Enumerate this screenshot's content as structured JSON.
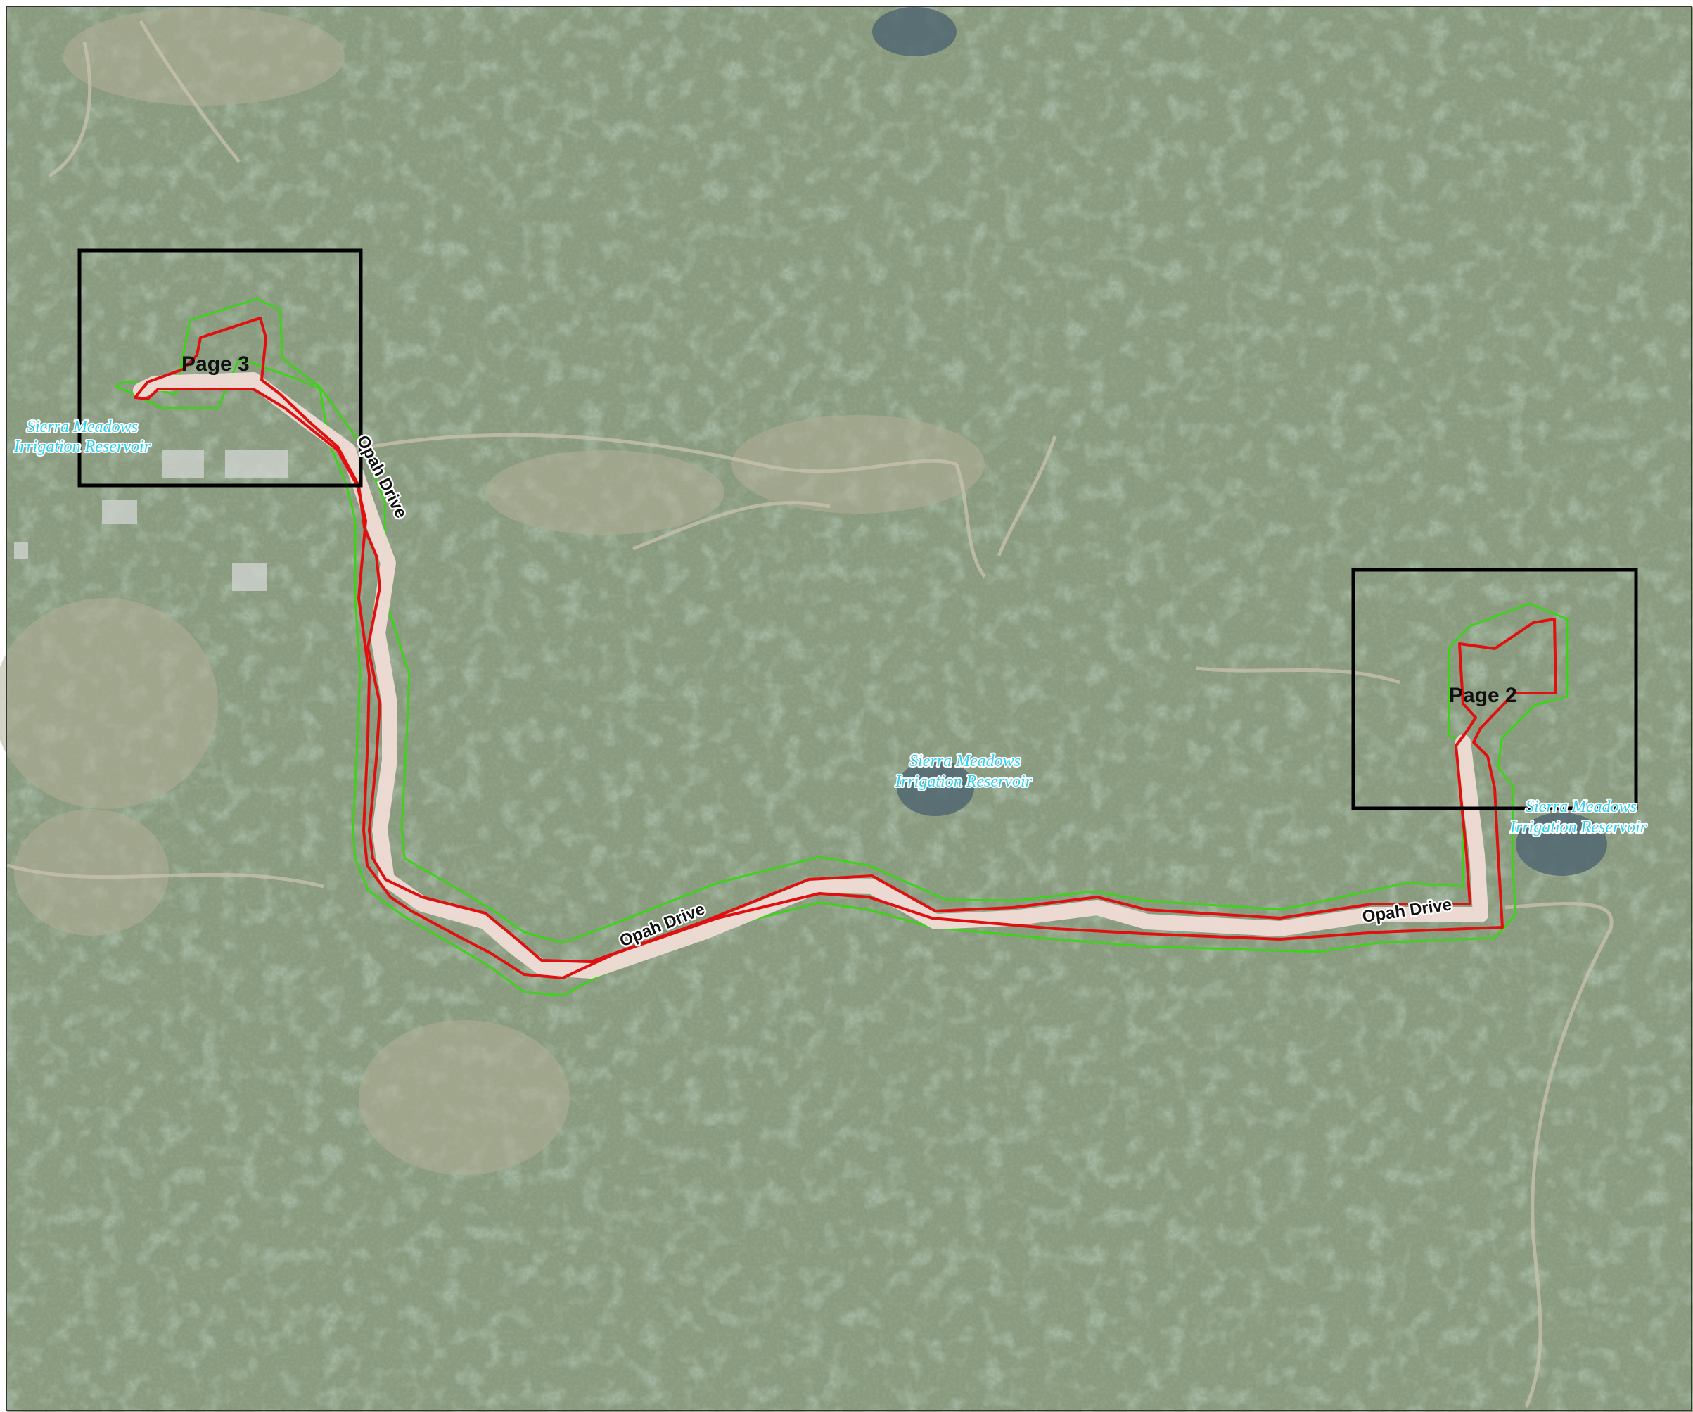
{
  "map": {
    "road_labels": [
      "Opah Drive",
      "Opah Drive",
      "Opah Drive"
    ],
    "page_labels": [
      "Page 3",
      "Page 2"
    ],
    "water_labels": [
      {
        "line1": "Sierra Meadows",
        "line2": "Irrigation Reservoir"
      },
      {
        "line1": "Sierra Meadows",
        "line2": "Irrigation Reservoir"
      },
      {
        "line1": "Sierra Meadows",
        "line2": "Irrigation Reservoir"
      }
    ],
    "colors": {
      "project_boundary": "#e01010",
      "buffer": "#3fd21a",
      "index_frame": "#000000",
      "water_label": "#2fd0f0",
      "imagery_base": "#7d8f73"
    }
  }
}
